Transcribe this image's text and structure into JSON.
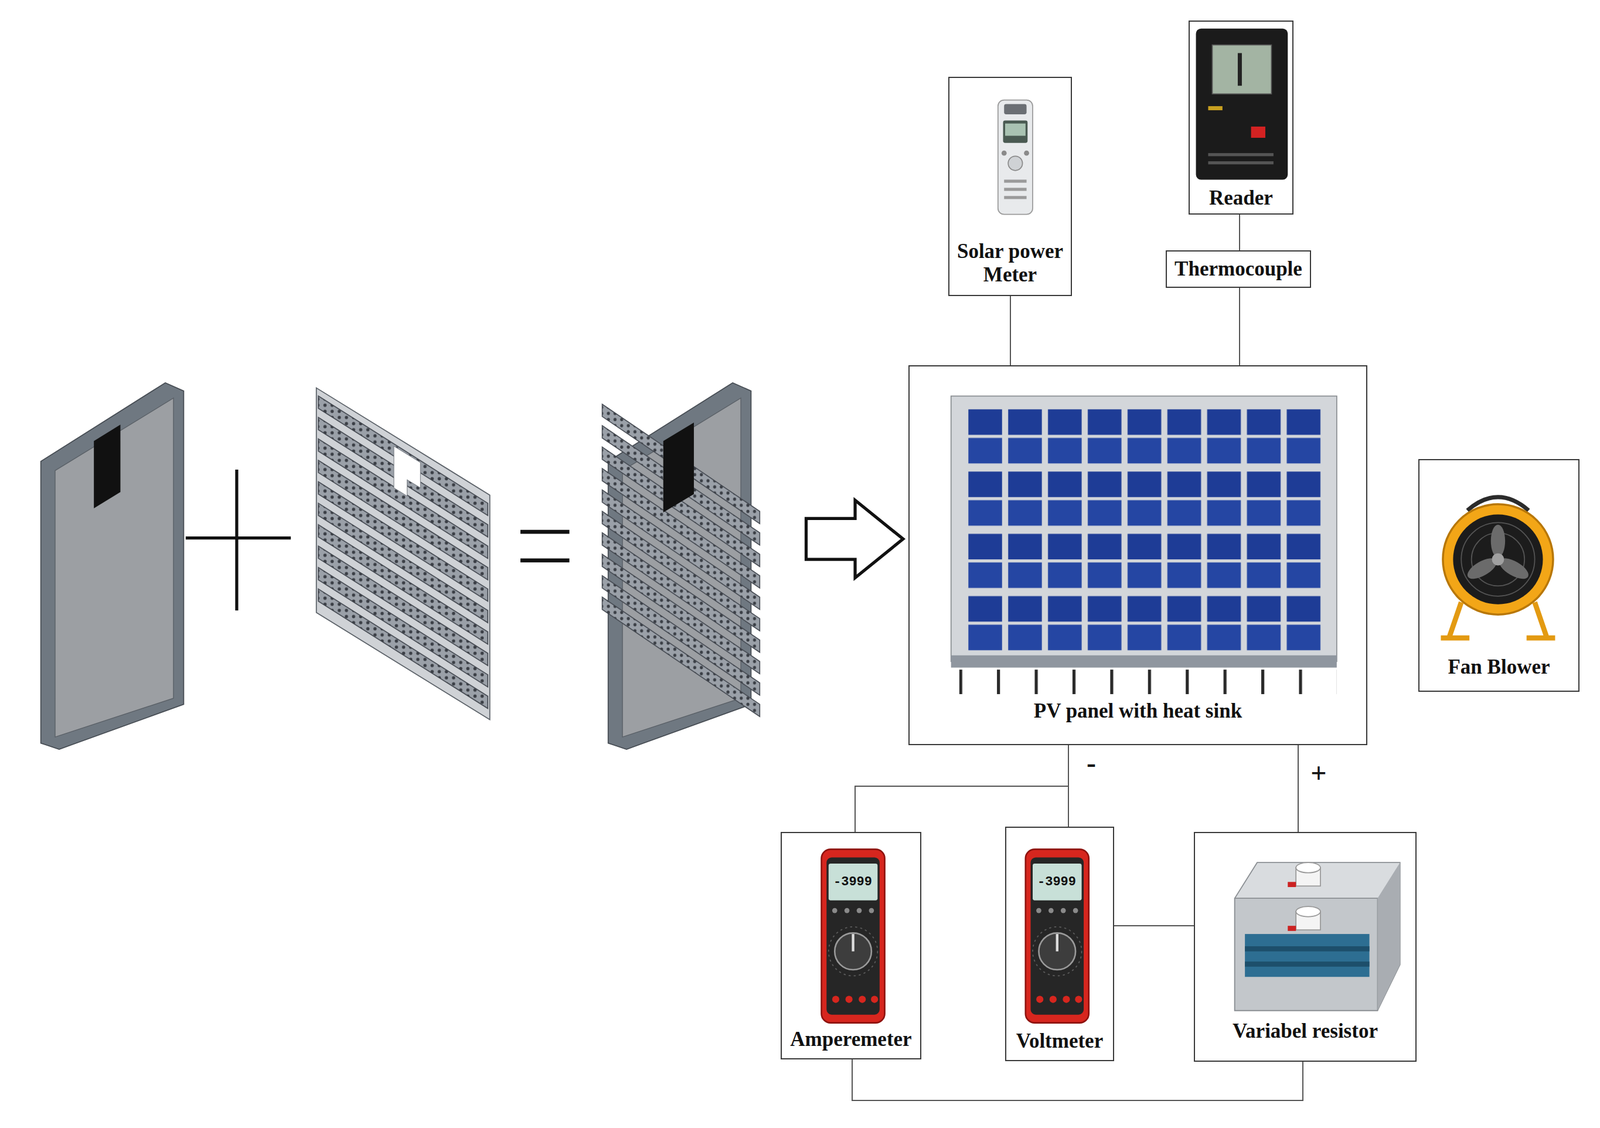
{
  "diagram": {
    "nodes": [
      {
        "text": [
          "Reader"
        ]
      },
      {
        "text": [
          "Solar power Meter"
        ]
      },
      {
        "text": [
          "Thermocouple"
        ]
      },
      {
        "text": [
          "PV panel with heat sink"
        ]
      },
      {
        "text": [
          "Fan Blower"
        ]
      },
      {
        "text": [
          "Amperemeter"
        ]
      },
      {
        "text": [
          "Voltmeter"
        ]
      },
      {
        "text": [
          "Variabel resistor"
        ]
      }
    ],
    "edges": [
      {
        "from": 0,
        "to": 2,
        "arrow": "none"
      },
      {
        "from": 1,
        "to": 3,
        "arrow": "none"
      },
      {
        "from": 2,
        "to": 3,
        "arrow": "none"
      },
      {
        "from": 3,
        "to": 5,
        "arrow": "none"
      },
      {
        "from": 3,
        "to": 6,
        "arrow": "none"
      },
      {
        "from": 3,
        "to": 7,
        "arrow": "none"
      },
      {
        "from": 6,
        "to": 7,
        "arrow": "none"
      },
      {
        "from": 5,
        "to": 7,
        "arrow": "none"
      }
    ],
    "labels": [
      "-",
      "+",
      "-3999",
      "-3999"
    ]
  }
}
